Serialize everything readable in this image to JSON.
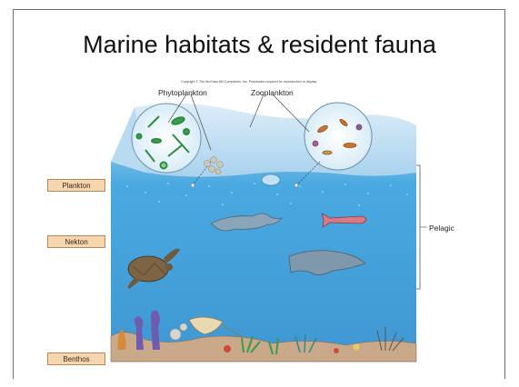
{
  "slide": {
    "title": "Marine habitats & resident fauna",
    "copyright": "Copyright © The McGraw-Hill Companies, Inc. Permission required for reproduction or display."
  },
  "callouts": {
    "phytoplankton": "Phytoplankton",
    "zooplankton": "Zooplankton"
  },
  "zone_labels": {
    "plankton": "Plankton",
    "nekton": "Nekton",
    "benthos": "Benthos",
    "pelagic": "Pelagic"
  },
  "colors": {
    "label_fill": "#f6d6ae",
    "water_surface": "#a9d2ee",
    "water_deep": "#3f9fd8",
    "seafloor": "#c9a98a"
  }
}
